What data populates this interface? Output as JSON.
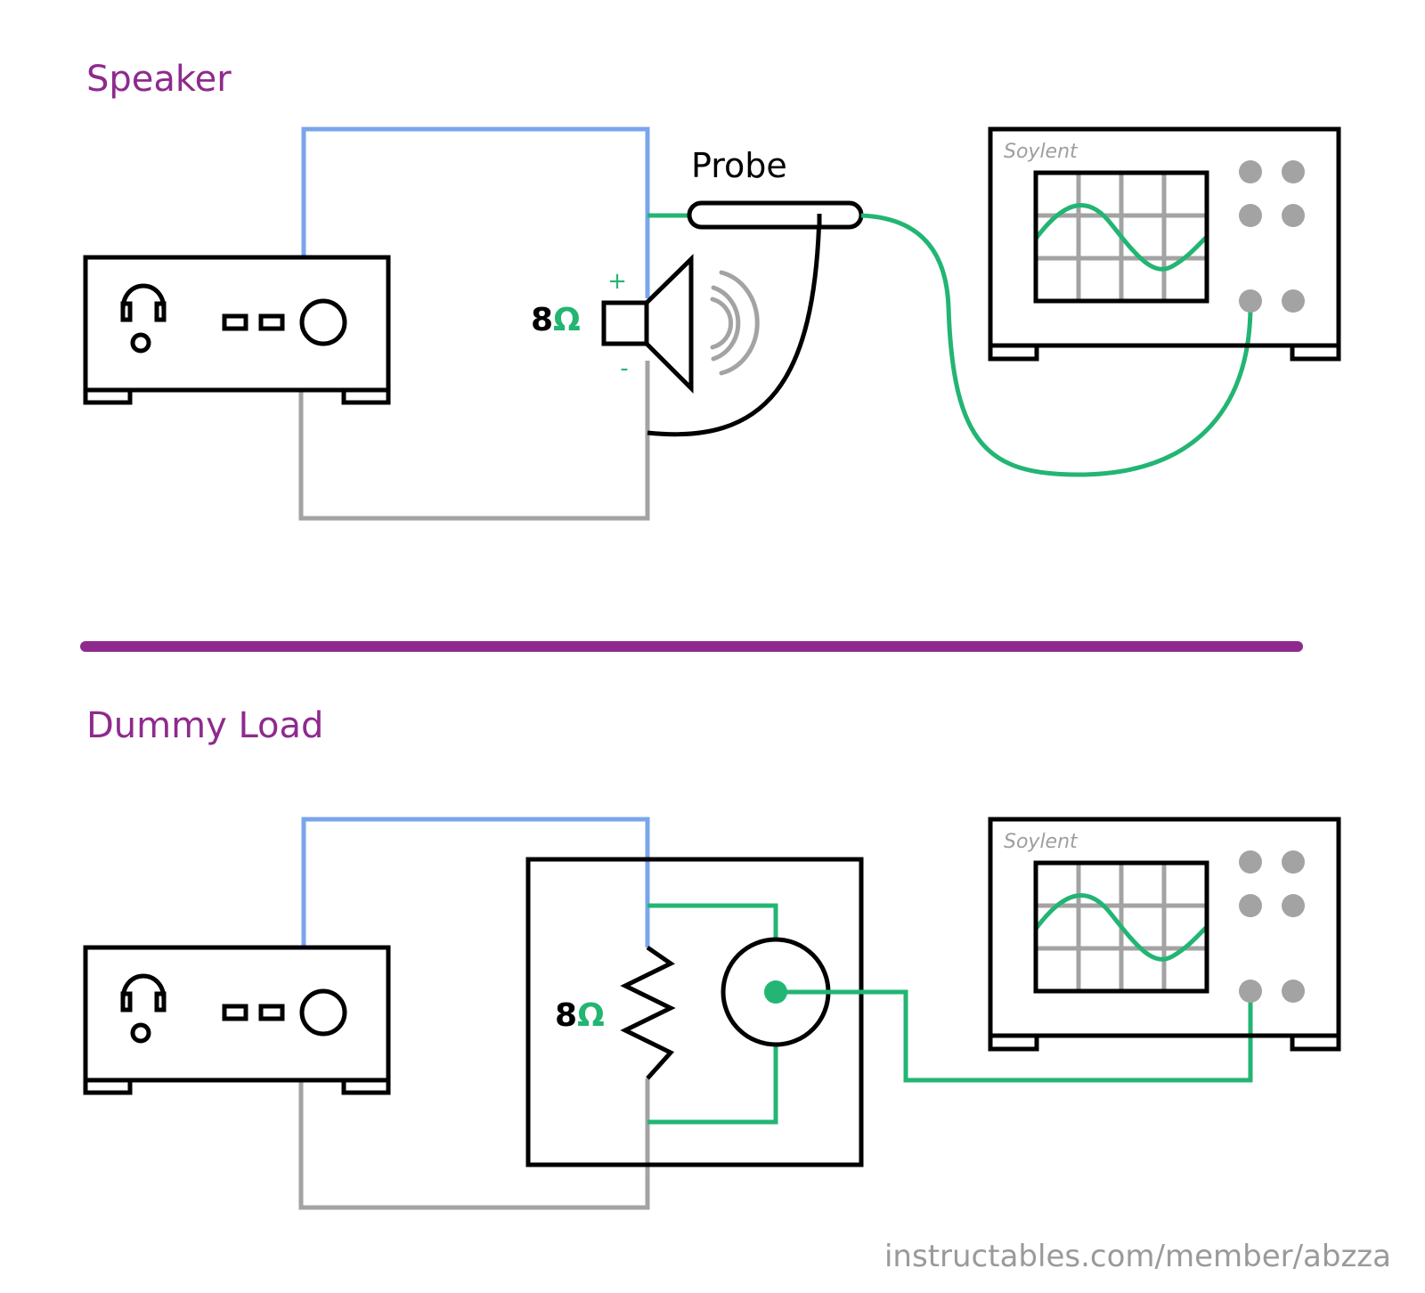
{
  "colors": {
    "accent": "#8e2a8e",
    "blue_wire": "#7aa5ec",
    "gray_wire": "#a3a3a3",
    "green_wire": "#22b573",
    "outline": "#000000"
  },
  "speaker_section": {
    "title": "Speaker",
    "probe_label": "Probe",
    "impedance_value": "8",
    "impedance_unit": "Ω",
    "plus_sign": "+",
    "minus_sign": "-",
    "scope_brand": "Soylent"
  },
  "dummy_section": {
    "title": "Dummy Load",
    "impedance_value": "8",
    "impedance_unit": "Ω",
    "scope_brand": "Soylent"
  },
  "credit": "instructables.com/member/abzza",
  "icons": [
    "headphones-icon",
    "speaker-icon",
    "sound-waves-icon",
    "resistor-icon",
    "bnc-jack-icon"
  ]
}
